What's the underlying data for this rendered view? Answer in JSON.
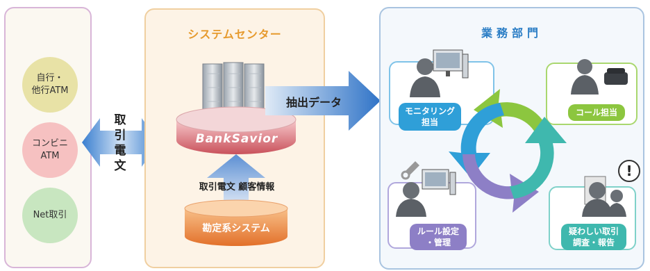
{
  "left_panel": {
    "items": [
      {
        "label": "自行・\n他行ATM",
        "color": "#e8e2a6"
      },
      {
        "label": "コンビニ\nATM",
        "color": "#f6c1c1"
      },
      {
        "label": "Net取引",
        "color": "#c8e6c0"
      }
    ]
  },
  "left_arrow_label": "取\n引\n電\n文",
  "center_panel": {
    "title": "システムセンター",
    "brand": "BankSavior",
    "flow_label": "取引電文 顧客情報",
    "base_system": "勘定系システム"
  },
  "extract_label": "抽出データ",
  "right_panel": {
    "title": "業務部門",
    "roles": [
      {
        "label": "モニタリング\n担当",
        "color": "#2f9fd8"
      },
      {
        "label": "コール担当",
        "color": "#8cc63f"
      },
      {
        "label": "ルール設定\n・管理",
        "color": "#8d7fc6"
      },
      {
        "label": "疑わしい取引\n調査・報告",
        "color": "#3fb8ae"
      }
    ]
  },
  "icons": [
    "server-icon",
    "person-pc-icon",
    "person-phone-icon",
    "tools-icon",
    "warning-icon",
    "cycle-arrows-icon"
  ]
}
